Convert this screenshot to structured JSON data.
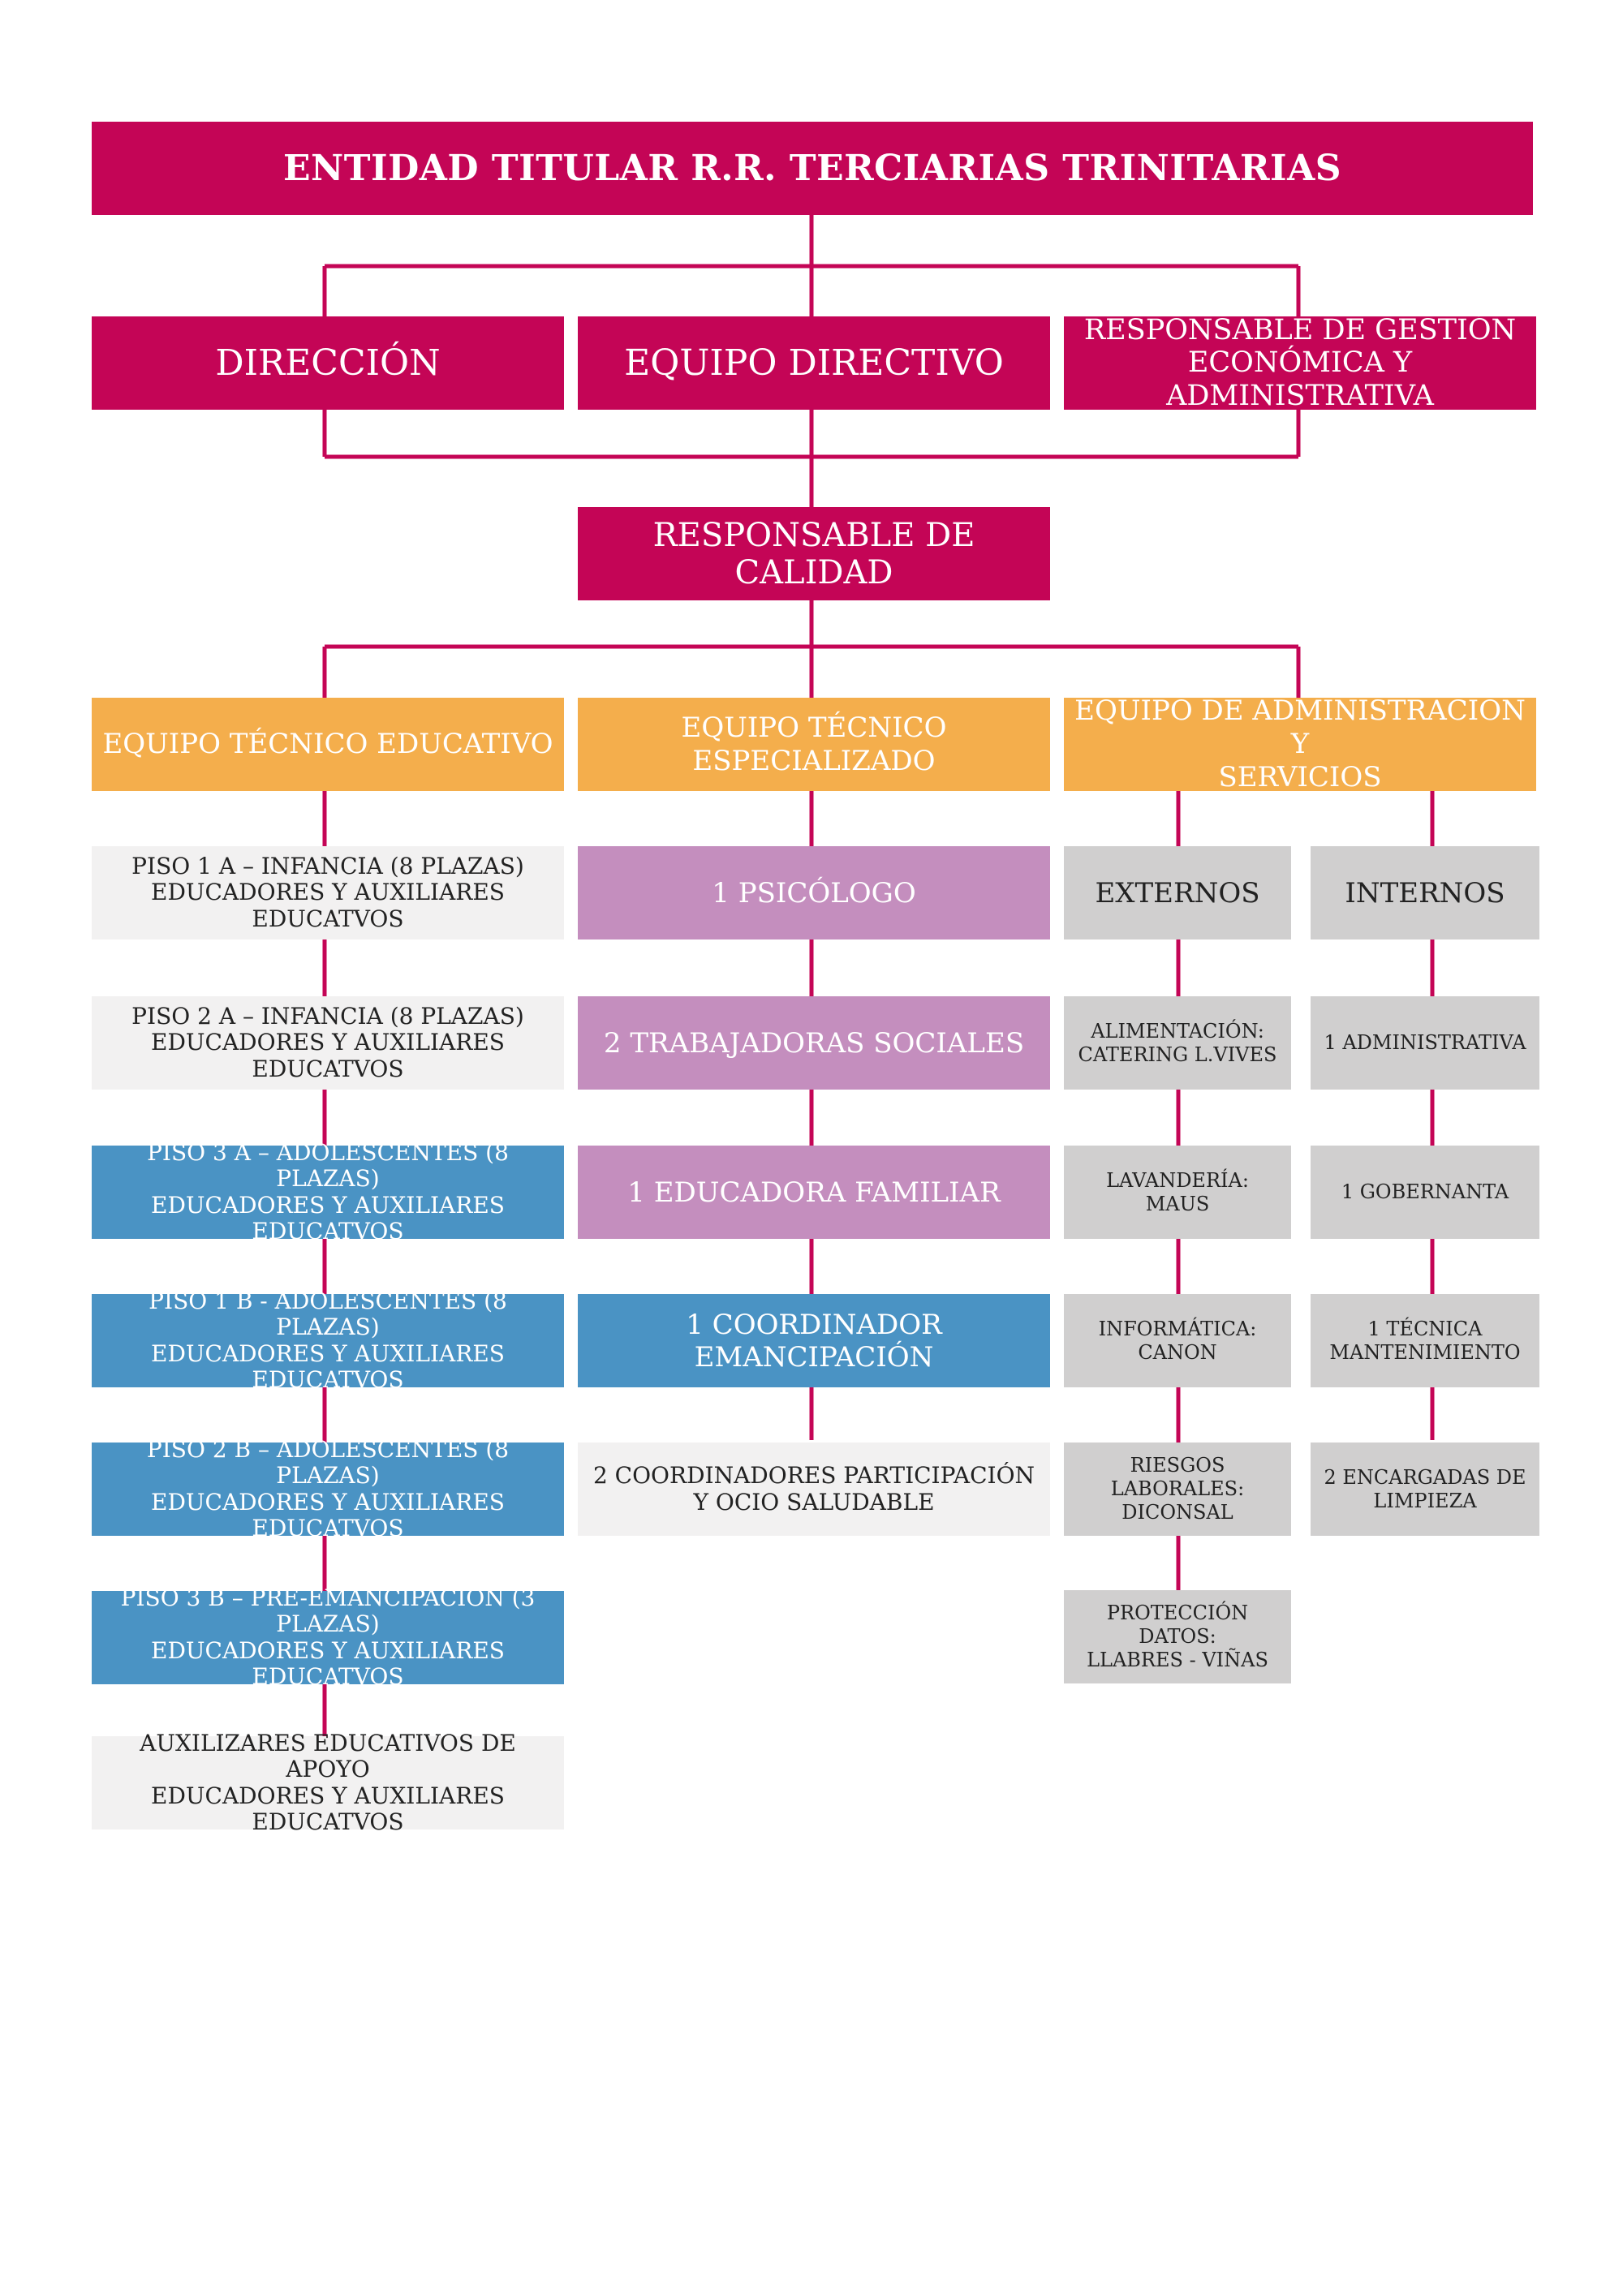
{
  "colors": {
    "magenta": "#c40556",
    "orange": "#f4ae4c",
    "purple": "#c48ebe",
    "blue": "#4a93c4",
    "light_grey": "#f2f1f1",
    "grey": "#d0cfcf"
  },
  "entity": {
    "title": "ENTIDAD TITULAR R.R. TERCIARIAS TRINITARIAS"
  },
  "management": {
    "direccion": "DIRECCIÓN",
    "equipo_directivo": "EQUIPO DIRECTIVO",
    "gestion": [
      "RESPONSABLE DE GESTIÓN",
      "ECONÓMICA Y ADMINISTRATIVA"
    ]
  },
  "quality": {
    "title": "RESPONSABLE DE CALIDAD"
  },
  "teams": {
    "educativo": "EQUIPO TÉCNICO EDUCATIVO",
    "especializado": "EQUIPO TÉCNICO ESPECIALIZADO",
    "administracion": [
      "EQUIPO DE ADMINISTRACIÓN Y",
      "SERVICIOS"
    ]
  },
  "educativo_items": [
    [
      "PISO 1 A – INFANCIA (8 PLAZAS)",
      "EDUCADORES Y AUXILIARES EDUCATVOS"
    ],
    [
      "PISO 2 A – INFANCIA (8 PLAZAS)",
      "EDUCADORES Y AUXILIARES EDUCATVOS"
    ],
    [
      "PISO 3 A – ADOLESCENTES (8 PLAZAS)",
      "EDUCADORES Y AUXILIARES EDUCATVOS"
    ],
    [
      "PISO 1 B - ADOLESCENTES (8 PLAZAS)",
      "EDUCADORES Y AUXILIARES EDUCATVOS"
    ],
    [
      "PISO 2 B – ADOLESCENTES (8 PLAZAS)",
      "EDUCADORES Y AUXILIARES EDUCATVOS"
    ],
    [
      "PISO 3 B – PRE-EMANCIPACIÓN (3 PLAZAS)",
      "EDUCADORES Y AUXILIARES EDUCATVOS"
    ],
    [
      "AUXILIZARES EDUCATIVOS DE APOYO",
      "EDUCADORES Y AUXILIARES EDUCATVOS"
    ]
  ],
  "especializado_items": [
    [
      "1 PSICÓLOGO"
    ],
    [
      "2 TRABAJADORAS SOCIALES"
    ],
    [
      "1 EDUCADORA FAMILIAR"
    ],
    [
      "1 COORDINADOR EMANCIPACIÓN"
    ],
    [
      "2 COORDINADORES PARTICIPACIÓN",
      "Y OCIO SALUDABLE"
    ]
  ],
  "externos": {
    "title": "EXTERNOS",
    "items": [
      [
        "ALIMENTACIÓN:",
        "CATERING L.VIVES"
      ],
      [
        "LAVANDERÍA: MAUS"
      ],
      [
        "INFORMÁTICA: CANON"
      ],
      [
        "RIESGOS LABORALES:",
        "DICONSAL"
      ],
      [
        "PROTECCIÓN DATOS:",
        "LLABRES - VIÑAS"
      ]
    ]
  },
  "internos": {
    "title": "INTERNOS",
    "items": [
      [
        "1 ADMINISTRATIVA"
      ],
      [
        "1 GOBERNANTA"
      ],
      [
        "1 TÉCNICA",
        "MANTENIMIENTO"
      ],
      [
        "2 ENCARGADAS DE",
        "LIMPIEZA"
      ]
    ]
  }
}
